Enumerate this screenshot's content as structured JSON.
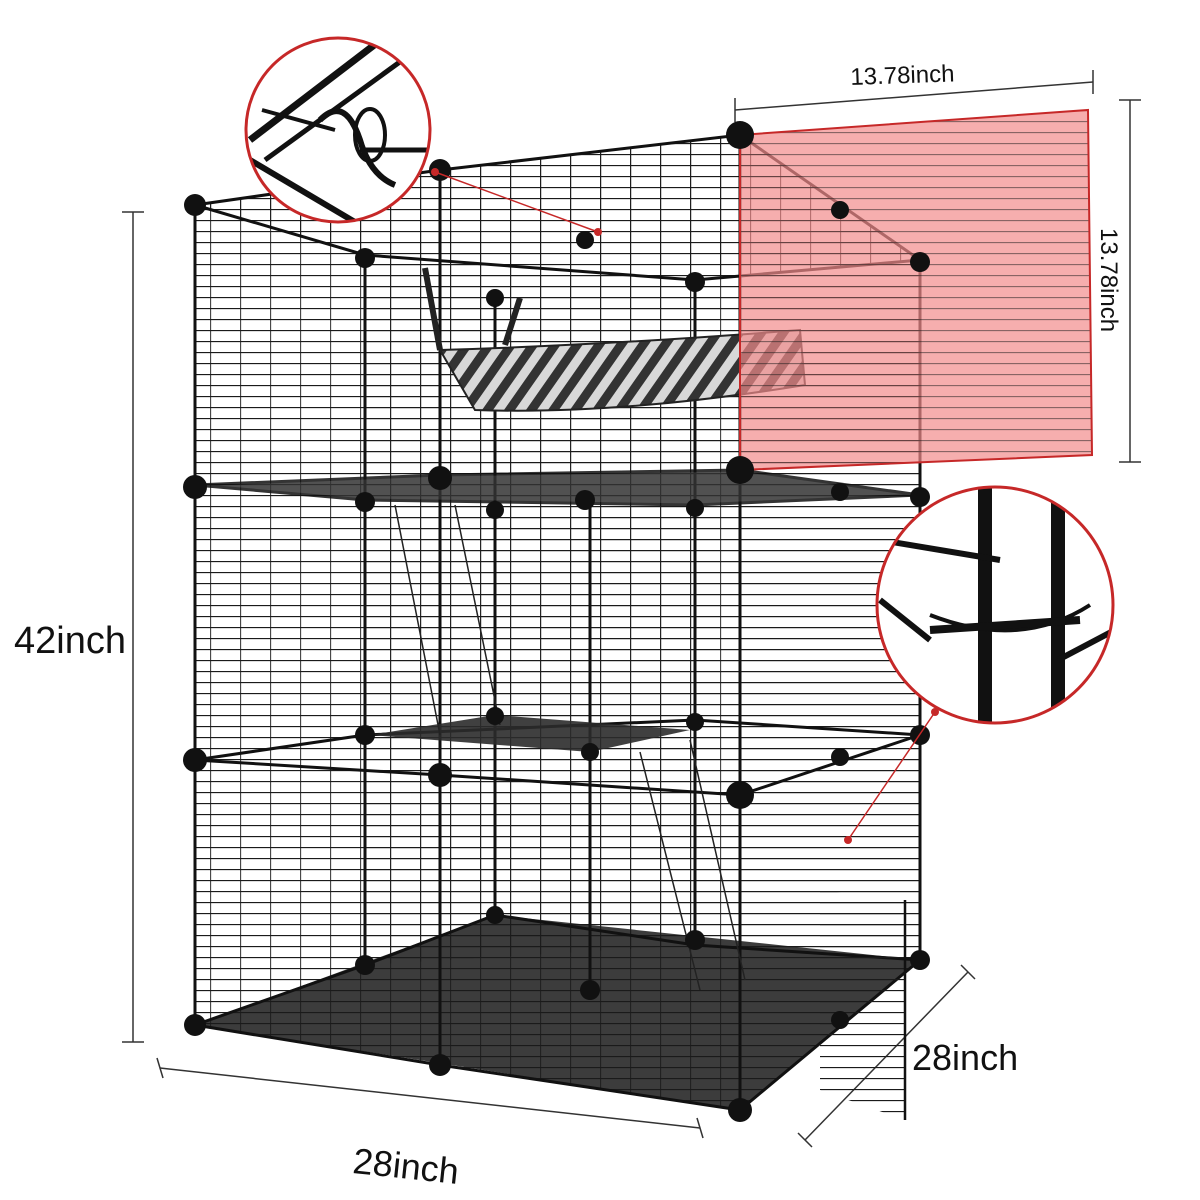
{
  "product": {
    "image_description_icon": "cat-cage-icon",
    "colors": {
      "wire": "#1a1a1a",
      "highlight_panel": "#f28b8b",
      "callout_ring": "#c62828",
      "floor": "#2b2b2b"
    }
  },
  "dimensions": {
    "height": "42inch",
    "width": "28inch",
    "depth": "28inch",
    "panel_width": "13.78inch",
    "panel_height": "13.78inch"
  }
}
